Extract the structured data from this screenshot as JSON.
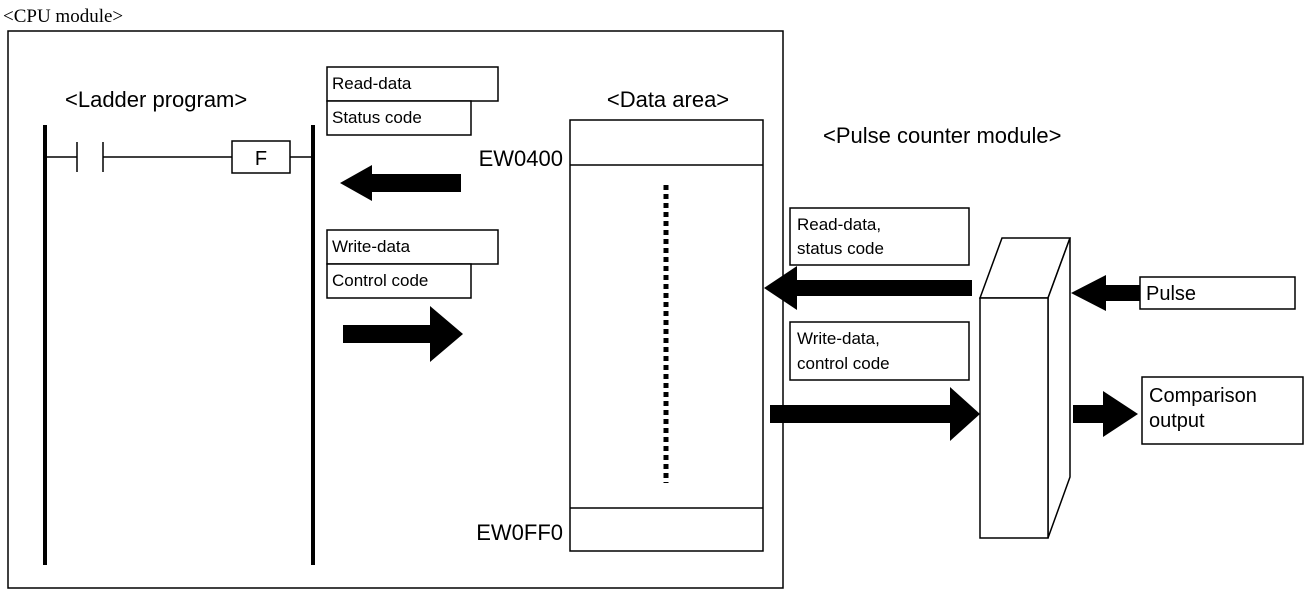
{
  "cpu_module_label": "<CPU module>",
  "ladder_program_label": "<Ladder program>",
  "function_block_label": "F",
  "read_data_label": "Read-data",
  "status_code_label": "Status code",
  "write_data_label": "Write-data",
  "control_code_label": "Control code",
  "data_area_label": "<Data area>",
  "address_start": "EW0400",
  "address_end": "EW0FF0",
  "pulse_counter_module_label": "<Pulse counter module>",
  "read_status_box": [
    "Read-data,",
    "status code"
  ],
  "write_control_box": [
    "Write-data,",
    "control code"
  ],
  "pulse_label": "Pulse",
  "comparison_output_label": [
    "Comparison",
    "output"
  ],
  "colors": {
    "line": "#000000",
    "background": "#ffffff"
  }
}
